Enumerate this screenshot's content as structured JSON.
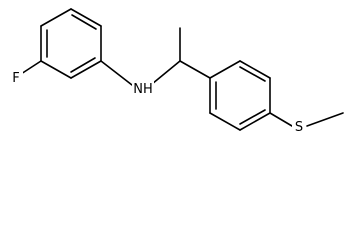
{
  "molecule": {
    "atoms": {
      "fluorine": "F",
      "amine": "NH",
      "sulfur": "S"
    }
  }
}
